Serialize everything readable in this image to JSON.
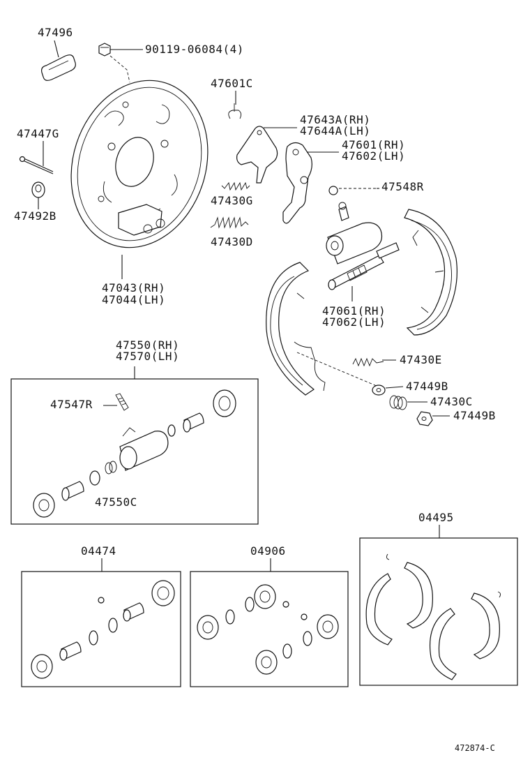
{
  "labels": {
    "p47496": "47496",
    "p90119": "90119-06084(4)",
    "p47601C": "47601C",
    "p47643A": "47643A(RH)",
    "p47644A": "47644A(LH)",
    "p47601": "47601(RH)",
    "p47602": "47602(LH)",
    "p47447G": "47447G",
    "p47492B": "47492B",
    "p47430G": "47430G",
    "p47430D": "47430D",
    "p47548R": "47548R",
    "p47043": "47043(RH)",
    "p47044": "47044(LH)",
    "p47061": "47061(RH)",
    "p47062": "47062(LH)",
    "p47550": "47550(RH)",
    "p47570": "47570(LH)",
    "p47547R": "47547R",
    "p47550C": "47550C",
    "p47430E": "47430E",
    "p47449B_1": "47449B",
    "p47430C": "47430C",
    "p47449B_2": "47449B",
    "p04495": "04495",
    "p04474": "04474",
    "p04906": "04906",
    "diagram_code": "472874-C"
  }
}
